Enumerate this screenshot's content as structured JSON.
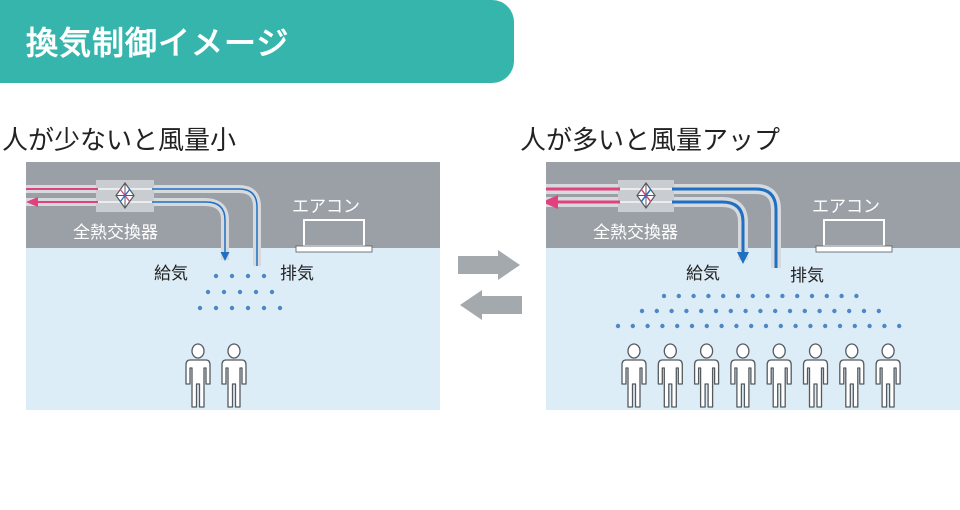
{
  "header": {
    "title": "換気制御イメージ"
  },
  "panels": {
    "left": {
      "heading": "人が少ないと風量小",
      "heat_exchanger_label": "全熱交換器",
      "aircon_label": "エアコン",
      "supply_label": "給気",
      "exhaust_label": "排気",
      "people_count": 2
    },
    "right": {
      "heading": "人が多いと風量アップ",
      "heat_exchanger_label": "全熱交換器",
      "aircon_label": "エアコン",
      "supply_label": "給気",
      "exhaust_label": "排気",
      "people_count": 8
    }
  },
  "colors": {
    "header_bg": "#35b5ab",
    "ceiling": "#9aa0a6",
    "room": "#dcedf8",
    "intake_line": "#e0417f",
    "supply_line": "#1f6fc2",
    "airflow_dots": "#4e86c6",
    "switch_arrows": "#a4a9ae"
  },
  "icons": {
    "person": "person-silhouette-icon",
    "heat_exchanger": "heat-exchanger-icon",
    "aircon": "ceiling-aircon-icon",
    "switch": "swap-arrows-icon"
  }
}
